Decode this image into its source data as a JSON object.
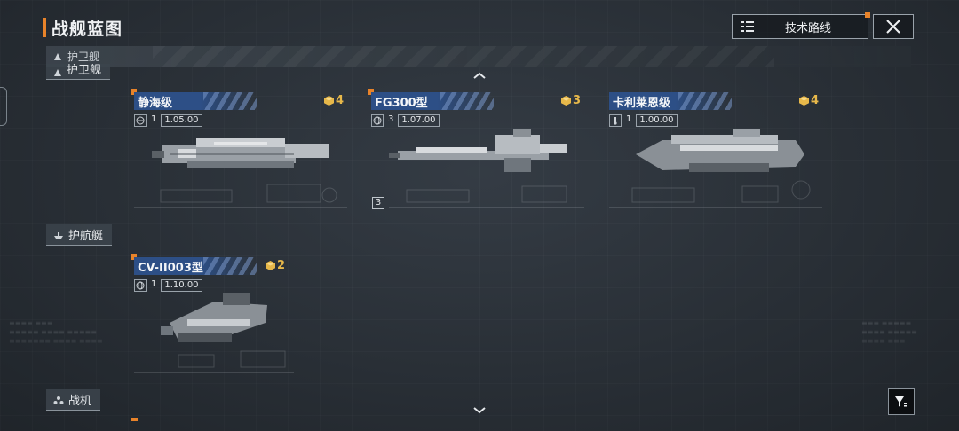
{
  "header": {
    "title": "战舰蓝图",
    "tech_route_label": "技术路线"
  },
  "sections": {
    "current": "护卫舰",
    "categories": [
      {
        "label": "护卫舰"
      },
      {
        "label": "护航艇"
      },
      {
        "label": "战机"
      }
    ]
  },
  "ships": [
    {
      "name": "静海级",
      "tier": "4",
      "stat_level": "1",
      "stat_value": "1.05.00"
    },
    {
      "name": "FG300型",
      "tier": "3",
      "stat_level": "3",
      "stat_value": "1.07.00"
    },
    {
      "name": "卡利莱恩级",
      "tier": "4",
      "stat_level": "1",
      "stat_value": "1.00.00"
    },
    {
      "name": "CV-II003型",
      "tier": "2",
      "stat_level": "1",
      "stat_value": "1.10.00"
    }
  ],
  "badges": {
    "count_badge": "3"
  },
  "colors": {
    "accent": "#e8832a",
    "name_band": "#2d4f86",
    "tier_gold": "#e7b84a",
    "background": "#2b3138"
  },
  "icons": {
    "close": "close-icon",
    "menu": "list-icon",
    "filter": "filter-icon",
    "scroll_up": "chevron-up-icon",
    "scroll_down": "chevron-down-icon",
    "tier": "cube-icon"
  }
}
